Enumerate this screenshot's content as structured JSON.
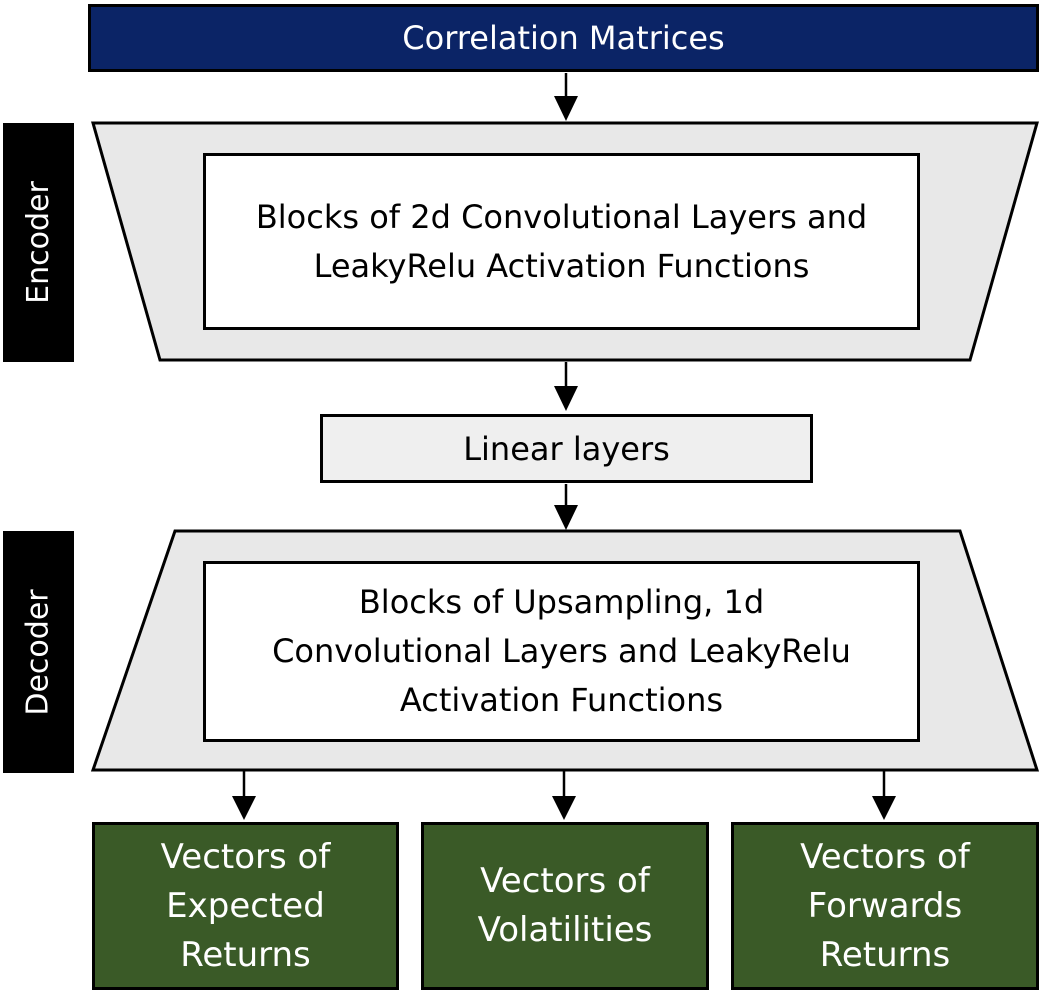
{
  "top": {
    "title": "Correlation Matrices"
  },
  "encoder": {
    "label": "Encoder",
    "inner_text": "Blocks of 2d Convolutional Layers and\nLeakyRelu Activation Functions"
  },
  "linear": {
    "label": "Linear layers"
  },
  "decoder": {
    "label": "Decoder",
    "inner_text": "Blocks of Upsampling, 1d\nConvolutional Layers and LeakyRelu\nActivation Functions"
  },
  "outputs": [
    {
      "label": "Vectors of\nExpected\nReturns"
    },
    {
      "label": "Vectors of\nVolatilities"
    },
    {
      "label": "Vectors of\nForwards\nReturns"
    }
  ],
  "colors": {
    "top_box": "#0b2466",
    "output_box": "#3a5a27",
    "trapezoid_fill": "#e8e8e8",
    "linear_fill": "#efefef",
    "side_label": "#000000"
  }
}
